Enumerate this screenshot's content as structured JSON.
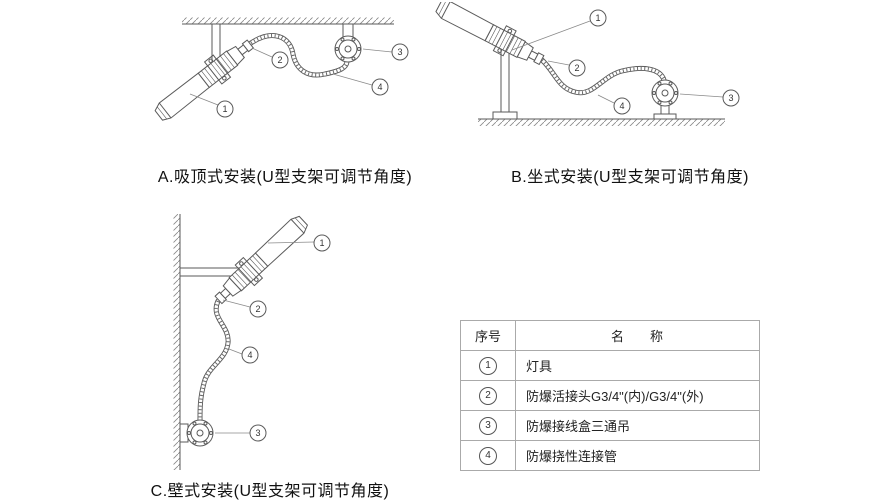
{
  "panels": {
    "a": {
      "caption": "A.吸顶式安装(U型支架可调节角度)"
    },
    "b": {
      "caption": "B.坐式安装(U型支架可调节角度)"
    },
    "c": {
      "caption": "C.壁式安装(U型支架可调节角度)"
    }
  },
  "callouts": [
    "1",
    "2",
    "3",
    "4"
  ],
  "parts_table": {
    "headers": {
      "index": "序号",
      "name": "名　　称"
    },
    "rows": [
      {
        "no": "1",
        "name": "灯具"
      },
      {
        "no": "2",
        "name": "防爆活接头G3/4\"(内)/G3/4\"(外)"
      },
      {
        "no": "3",
        "name": "防爆接线盒三通吊"
      },
      {
        "no": "4",
        "name": "防爆挠性连接管"
      }
    ]
  }
}
